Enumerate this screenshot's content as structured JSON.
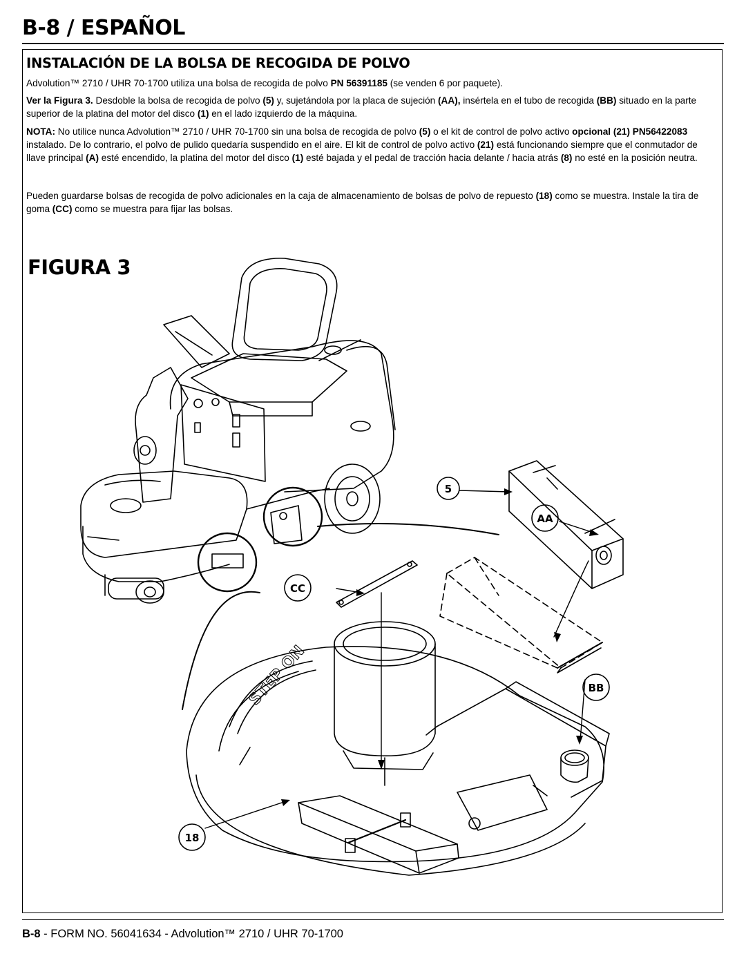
{
  "header": {
    "title": "B-8 / ESPAÑOL"
  },
  "section": {
    "title": "INSTALACIÓN DE LA BOLSA DE RECOGIDA DE POLVO",
    "p1": {
      "t1": "Advolution™ 2710 / UHR 70-1700 utiliza una bolsa de recogida de polvo ",
      "b1": "PN 56391185",
      "t2": " (se venden 6 por paquete)."
    },
    "p2": {
      "b1": "Ver la Figura 3.",
      "t1": "  Desdoble la bolsa de recogida de polvo ",
      "b2": "(5)",
      "t2": " y, sujetándola por la placa de sujeción ",
      "b3": "(AA),",
      "t3": " insértela en el tubo de recogida ",
      "b4": "(BB)",
      "t4": " situado en la parte superior de la platina del motor del disco ",
      "b5": "(1)",
      "t5": " en el lado izquierdo de la máquina."
    },
    "p3": {
      "b1": "NOTA:",
      "t1": " No utilice nunca Advolution™ 2710 / UHR 70-1700 sin una bolsa de recogida de polvo ",
      "b2": "(5)",
      "t2": " o el kit de control de polvo activo ",
      "b3": "opcional",
      "t3": " ",
      "b4": "(21)",
      "t4": " ",
      "b5": "PN56422083",
      "t5": " instalado.  De lo contrario, el polvo de pulido quedaría suspendido en el aire.  El kit de control de polvo activo ",
      "b6": "(21)",
      "t6": " está funcionando siempre que el conmutador de llave principal ",
      "b7": "(A)",
      "t7": " esté encendido, la platina del motor del disco ",
      "b8": "(1)",
      "t8": " esté bajada y el pedal de tracción hacia delante / hacia atrás ",
      "b9": "(8)",
      "t9": " no esté en la posición neutra."
    },
    "p4": {
      "t1": "Pueden guardarse bolsas de recogida de polvo adicionales en la caja de almacenamiento de bolsas de polvo de repuesto ",
      "b1": "(18)",
      "t2": " como se muestra. Instale la tira de goma ",
      "b2": "(CC)",
      "t3": " como se muestra para fijar las bolsas."
    }
  },
  "figure": {
    "title": "FIGURA 3",
    "callouts": {
      "c5": "5",
      "cAA": "AA",
      "cCC": "CC",
      "cBB": "BB",
      "c18": "18"
    },
    "decal_text": "STEP ON"
  },
  "footer": {
    "page": "B-8",
    "text": " - FORM NO. 56041634 - Advolution™ 2710 / UHR 70-1700"
  }
}
